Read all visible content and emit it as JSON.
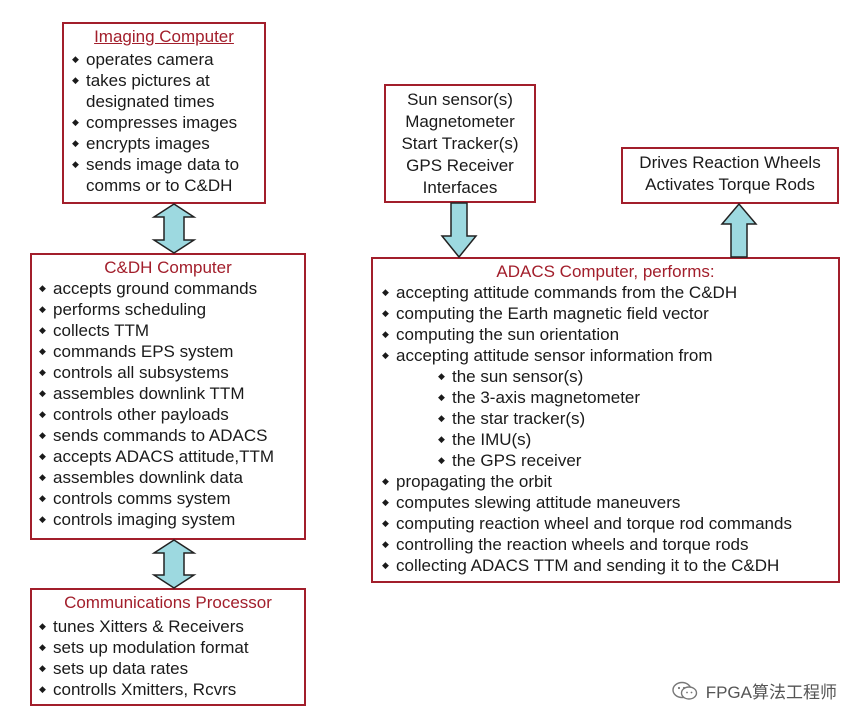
{
  "imaging": {
    "title": "Imaging Computer",
    "items": [
      {
        "text": "operates camera",
        "bullet": true
      },
      {
        "text": "takes pictures at",
        "bullet": true
      },
      {
        "text": "designated times",
        "bullet": false
      },
      {
        "text": "compresses images",
        "bullet": true
      },
      {
        "text": "encrypts images",
        "bullet": true
      },
      {
        "text": "sends image data to",
        "bullet": true
      },
      {
        "text": "comms or to C&DH",
        "bullet": false
      }
    ]
  },
  "cdh": {
    "title": "C&DH Computer",
    "items": [
      "accepts ground commands",
      "performs scheduling",
      "collects TTM",
      "commands EPS system",
      "controls all subsystems",
      "assembles downlink TTM",
      "controls other payloads",
      "sends commands to ADACS",
      "accepts ADACS attitude,TTM",
      "assembles downlink data",
      "controls comms system",
      "controls imaging system"
    ]
  },
  "comms": {
    "title": "Communications Processor",
    "items": [
      "tunes Xitters & Receivers",
      "sets up modulation format",
      "sets up data rates",
      "controlls Xmitters, Rcvrs"
    ]
  },
  "sensors": {
    "lines": [
      "Sun sensor(s)",
      "Magnetometer",
      "Start Tracker(s)",
      "GPS Receiver",
      "Interfaces"
    ]
  },
  "actuators": {
    "lines": [
      "Drives Reaction Wheels",
      "Activates Torque Rods"
    ]
  },
  "adacs": {
    "title": "ADACS Computer, performs:",
    "items": [
      {
        "text": "accepting attitude commands from the C&DH",
        "level": 0
      },
      {
        "text": "computing the Earth magnetic field vector",
        "level": 0
      },
      {
        "text": "computing the sun orientation",
        "level": 0
      },
      {
        "text": "accepting attitude sensor information from",
        "level": 0
      },
      {
        "text": "the sun sensor(s)",
        "level": 1
      },
      {
        "text": "the 3-axis magnetometer",
        "level": 1
      },
      {
        "text": "the star tracker(s)",
        "level": 1
      },
      {
        "text": "the IMU(s)",
        "level": 1
      },
      {
        "text": "the GPS receiver",
        "level": 1
      },
      {
        "text": "propagating the orbit",
        "level": 0
      },
      {
        "text": "computes slewing attitude maneuvers",
        "level": 0
      },
      {
        "text": "computing reaction wheel and torque rod commands",
        "level": 0
      },
      {
        "text": "controlling the reaction wheels and torque rods",
        "level": 0
      },
      {
        "text": "collecting ADACS TTM and sending it to the C&DH",
        "level": 0
      }
    ]
  },
  "watermark": {
    "text": "FPGA算法工程师",
    "icon": "wechat-icon"
  },
  "colors": {
    "border": "#a21e2b",
    "title": "#a21e2b",
    "arrow_fill": "#9dd9e0",
    "arrow_stroke": "#222222"
  }
}
